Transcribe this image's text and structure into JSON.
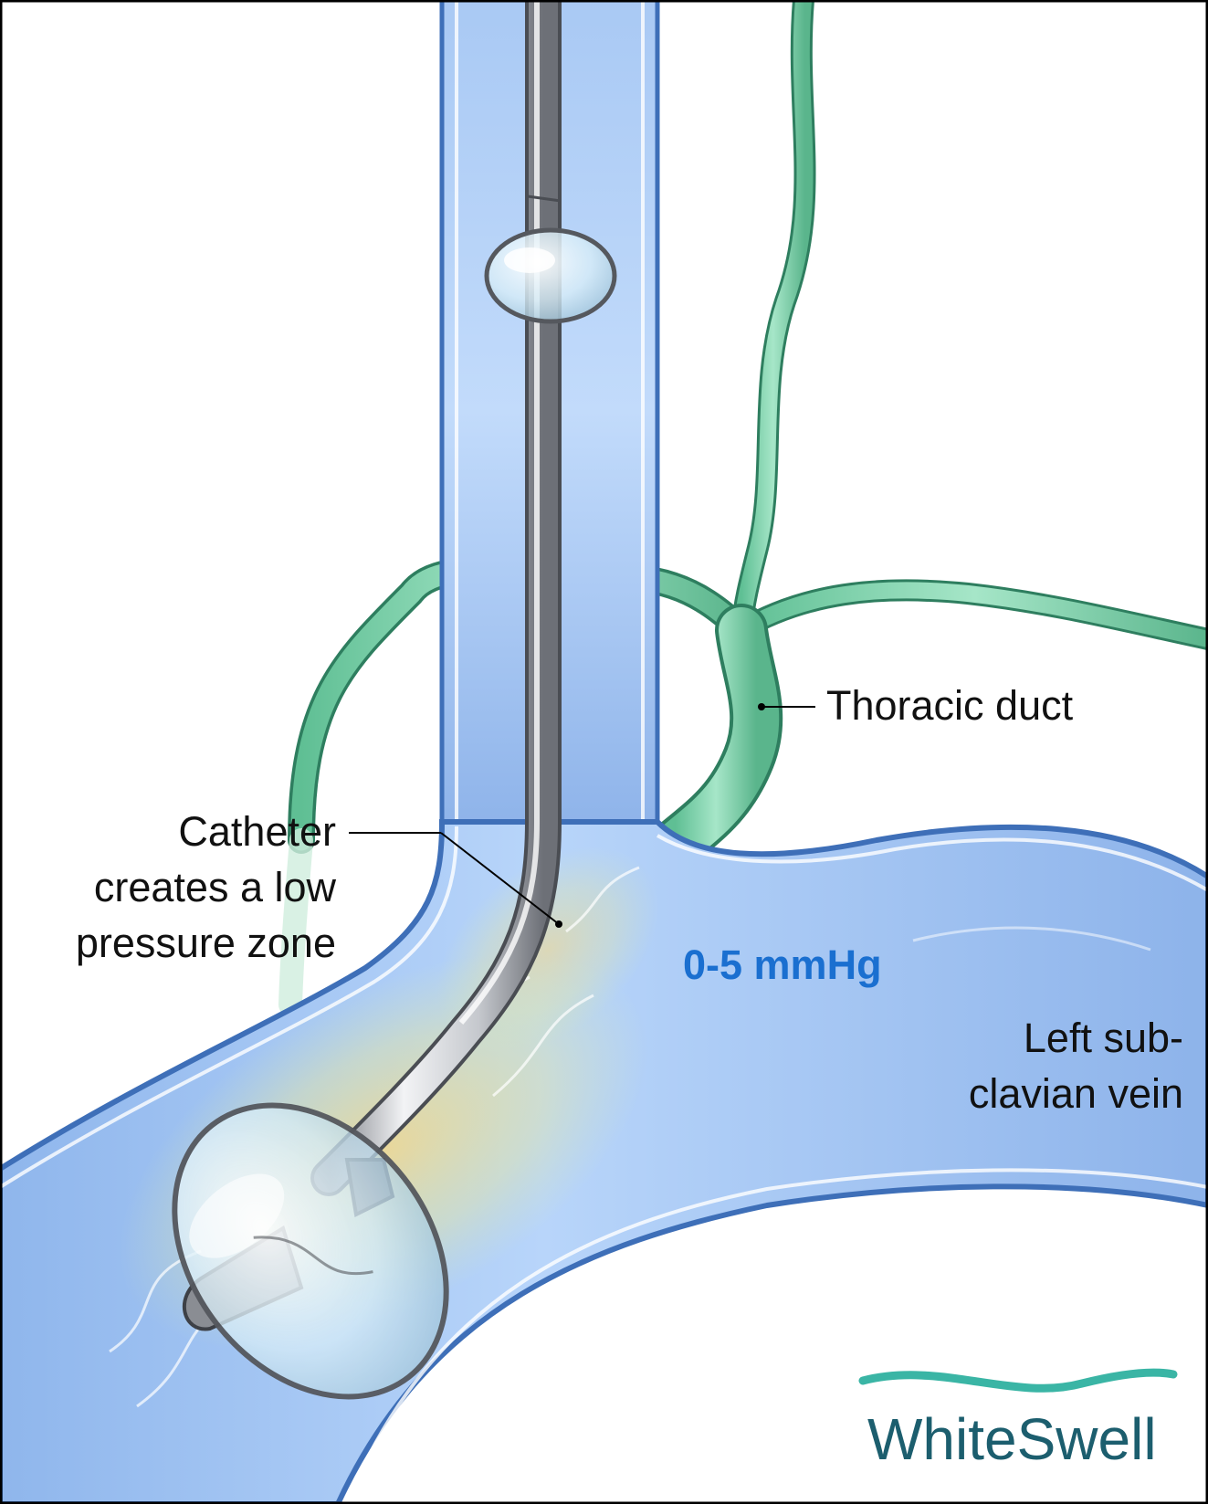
{
  "labels": {
    "thoracic_duct": "Thoracic duct",
    "catheter_line1": "Catheter",
    "catheter_line2": "creates a low",
    "catheter_line3": "pressure zone",
    "pressure": "0-5 mmHg",
    "vein_line1": "Left sub-",
    "vein_line2": "clavian vein"
  },
  "logo": {
    "text": "WhiteSwell"
  },
  "colors": {
    "vein": "#9cc0ef",
    "vein_edge": "#4f7fc8",
    "duct": "#7fd0ad",
    "duct_edge": "#2e7e5f",
    "pressure_text": "#1a6fd0",
    "logo_text": "#1c5e6e",
    "logo_wave": "#3ab5a5"
  }
}
